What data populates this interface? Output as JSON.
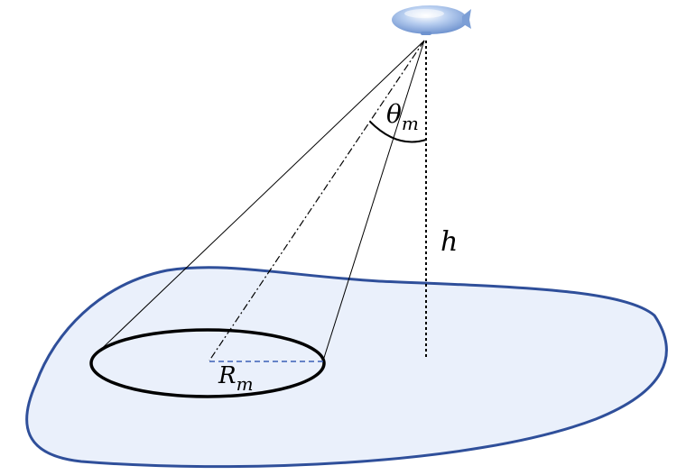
{
  "labels": {
    "theta": "θ",
    "theta_sub": "m",
    "radius": "R",
    "radius_sub": "m",
    "height": "h"
  },
  "colors": {
    "ground_fill": "#eaf0fb",
    "ground_stroke": "#2f4f9a",
    "coverage_stroke": "#000000",
    "radius_line": "#3b5fb8",
    "airship_body": "#8fb0e3"
  }
}
